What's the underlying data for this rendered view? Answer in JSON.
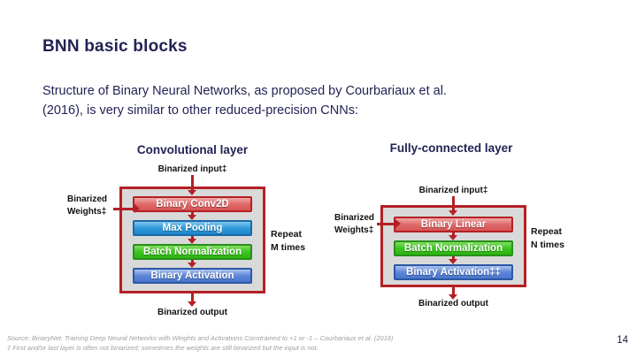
{
  "slide": {
    "title": "BNN basic blocks",
    "intro": "Structure of Binary Neural Networks, as proposed by Courbariaux et al. (2016), is very similar to other reduced-precision CNNs:",
    "page_number": "14"
  },
  "conv": {
    "heading": "Convolutional layer",
    "input_label": "Binarized input‡",
    "weights_line1": "Binarized",
    "weights_line2": "Weights‡",
    "blocks": [
      {
        "label": "Binary Conv2D"
      },
      {
        "label": "Max Pooling"
      },
      {
        "label": "Batch Normalization"
      },
      {
        "label": "Binary Activation"
      }
    ],
    "repeat_line1": "Repeat",
    "repeat_line2": "M times",
    "output_label": "Binarized output"
  },
  "fc": {
    "heading": "Fully-connected layer",
    "input_label": "Binarized input‡",
    "weights_line1": "Binarized",
    "weights_line2": "Weights‡",
    "blocks": [
      {
        "label": "Binary Linear"
      },
      {
        "label": "Batch Normalization"
      },
      {
        "label": "Binary Activation‡‡"
      }
    ],
    "repeat_line1": "Repeat",
    "repeat_line2": "N times",
    "output_label": "Binarized output"
  },
  "footer": {
    "source": "Source: BinaryNet: Training Deep Neural Networks with Weights and Activations Constrained to +1 or -1 – Courbariaux et al. (2016)",
    "footnote": "‡ First and/or last layer is often not binarized; sometimes the weights are still binarized but the input is not."
  },
  "colors": {
    "heading_navy": "#232355",
    "arrow_red": "#b42025",
    "outer_box_fill": "#d9d9d9",
    "block_red": "#e06a6a",
    "block_sky_blue": "#2f9ada",
    "block_green": "#3cc41f",
    "block_blue": "#5c86d8",
    "footer_gray": "#a0a0a0"
  }
}
